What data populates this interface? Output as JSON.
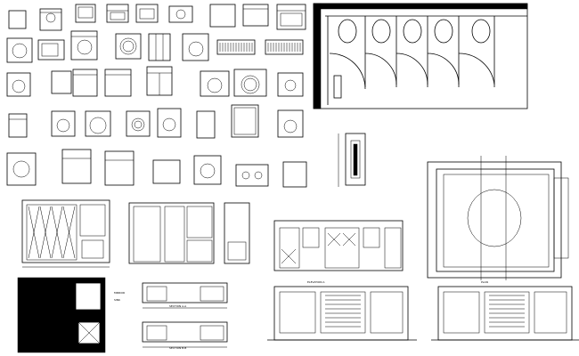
{
  "sheet": {
    "labels": {
      "plan_caption": "PLAN",
      "section_a": "SECTION A-A",
      "section_b": "SECTION B-B",
      "elevation_a": "ELEVATION A",
      "note_1": "MIRROR",
      "note_2": "SINK"
    }
  }
}
